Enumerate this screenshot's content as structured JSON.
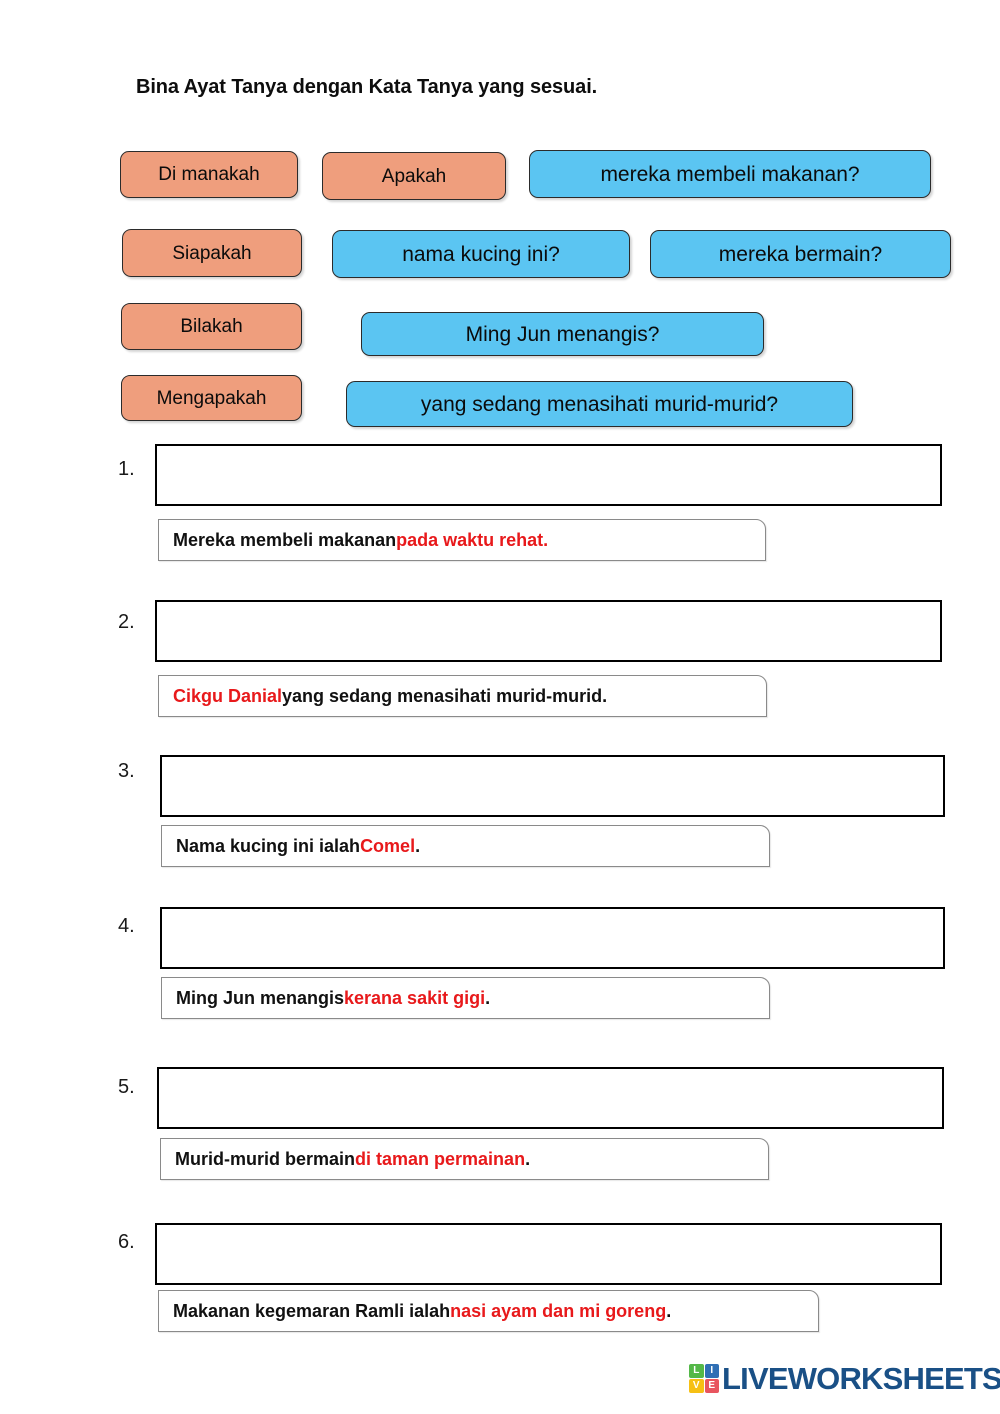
{
  "title": "Bina Ayat Tanya dengan Kata Tanya yang sesuai.",
  "colors": {
    "kata_tanya_chip": "#ef9e7d",
    "ayat_chip": "#5bc5f2",
    "highlight_red": "#e8191b",
    "logo_blue": "#1a5086"
  },
  "word_bank": {
    "kata_tanya": [
      {
        "label": "Di manakah"
      },
      {
        "label": "Apakah"
      },
      {
        "label": "Siapakah"
      },
      {
        "label": "Bilakah"
      },
      {
        "label": "Mengapakah"
      }
    ],
    "ayat": [
      {
        "label": "mereka membeli makanan?"
      },
      {
        "label": "nama kucing ini?"
      },
      {
        "label": "mereka bermain?"
      },
      {
        "label": "Ming Jun menangis?"
      },
      {
        "label": "yang sedang menasihati murid-murid?"
      }
    ]
  },
  "questions": [
    {
      "number": "1.",
      "input_value": "",
      "sentence": {
        "pre": "Mereka membeli makanan ",
        "highlight": "pada waktu rehat.",
        "post": ""
      }
    },
    {
      "number": "2.",
      "input_value": "",
      "sentence": {
        "pre": "",
        "highlight": "Cikgu Danial",
        "post": " yang sedang menasihati murid-murid."
      }
    },
    {
      "number": "3.",
      "input_value": "",
      "sentence": {
        "pre": "Nama kucing ini ialah ",
        "highlight": "Comel",
        "post": "."
      }
    },
    {
      "number": "4.",
      "input_value": "",
      "sentence": {
        "pre": "Ming Jun menangis ",
        "highlight": "kerana sakit gigi",
        "post": "."
      }
    },
    {
      "number": "5.",
      "input_value": "",
      "sentence": {
        "pre": "Murid-murid bermain ",
        "highlight": "di taman permainan",
        "post": "."
      }
    },
    {
      "number": "6.",
      "input_value": "",
      "sentence": {
        "pre": "Makanan kegemaran Ramli ialah ",
        "highlight": "nasi ayam dan mi goreng",
        "post": "."
      }
    }
  ],
  "footer": {
    "logo_cells": [
      "L",
      "I",
      "V",
      "E"
    ],
    "logo_cell_colors": [
      "#54b848",
      "#2f6fb5",
      "#f6c014",
      "#e8555f"
    ],
    "wordmark": "LIVEWORKSHEETS"
  }
}
